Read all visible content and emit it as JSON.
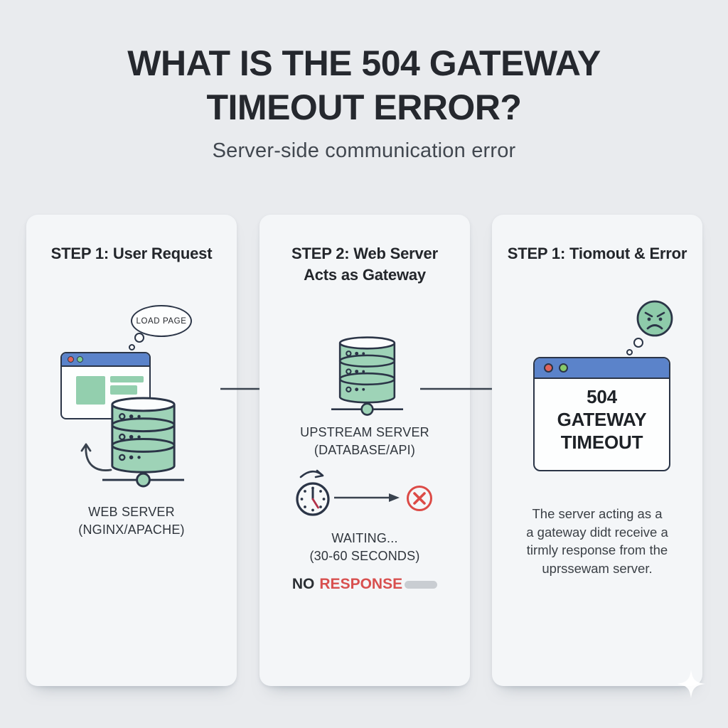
{
  "header": {
    "title_line1": "WHAT IS THE 504 GATEWAY",
    "title_line2": "TIMEOUT ERROR?",
    "subtitle": "Server-side communication error"
  },
  "colors": {
    "background": "#e9ebee",
    "panel": "#f4f6f8",
    "accent_green": "#9ed3b7",
    "accent_blue": "#5b83ca",
    "error_red": "#d94f4f",
    "outline_dark": "#2b3547",
    "text_dark": "#22262c"
  },
  "panels": [
    {
      "title": "STEP 1: User Request",
      "thought_bubble": "LOAD PAGE",
      "label_line1": "WEB SERVER",
      "label_line2": "(NGINX/APACHE)"
    },
    {
      "title_line1": "STEP 2: Web Server",
      "title_line2": "Acts as Gateway",
      "server_label_line1": "UPSTREAM SERVER",
      "server_label_line2": "(DATABASE/API)",
      "waiting_line1": "WAITING...",
      "waiting_line2": "(30-60 SECONDS)",
      "no_word": "NO",
      "response_word": "RESPONSE"
    },
    {
      "title": "STEP 1: Tiomout & Error",
      "error_line1": "504",
      "error_line2": "GATEWAY",
      "error_line3": "TIMEOUT",
      "desc_line1": "The server acting as a",
      "desc_line2": "a gateway didt receive a",
      "desc_line3": "tirmly response from the",
      "desc_line4": "uprssewam server."
    }
  ],
  "icons": {
    "panel1": [
      "thought-bubble",
      "browser-window-icon",
      "database-stack-icon",
      "curved-up-arrow-icon"
    ],
    "panel2": [
      "database-stack-icon",
      "clock-icon",
      "error-x-icon",
      "right-arrow-icon"
    ],
    "panel3": [
      "angry-face-icon",
      "browser-window-icon",
      "sparkle-icon"
    ],
    "between_panels": [
      "right-arrow-icon",
      "right-arrow-icon"
    ]
  }
}
